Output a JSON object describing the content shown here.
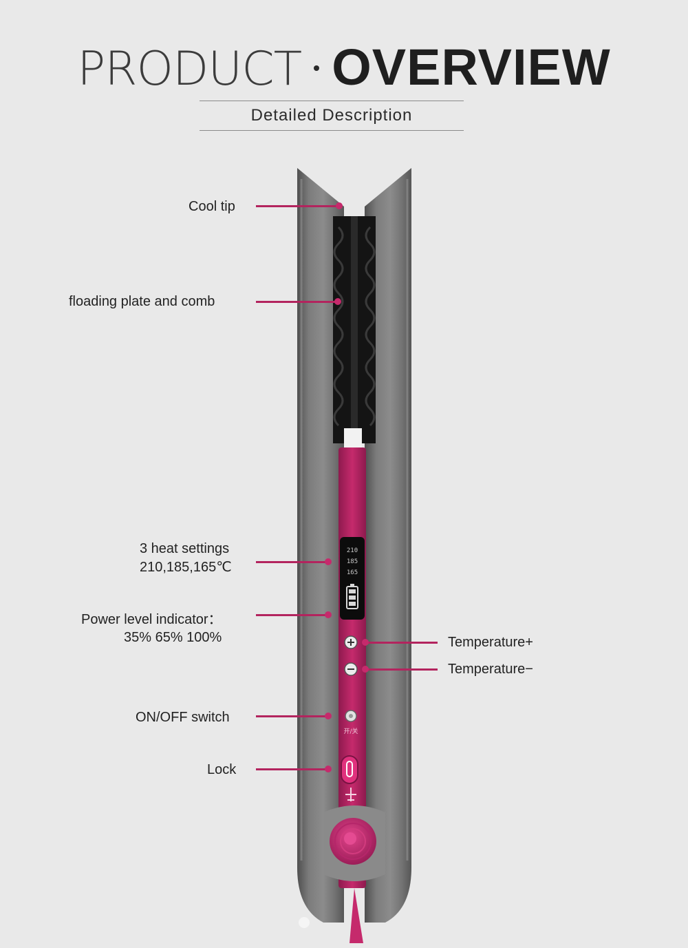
{
  "header": {
    "title_light": "PRODUCT",
    "title_bold": "OVERVIEW",
    "subtitle": "Detailed Description"
  },
  "callouts": {
    "cool_tip": "Cool tip",
    "plate_comb": "floading plate and comb",
    "heat_line1": "3 heat settings",
    "heat_line2": "210,185,165℃",
    "power_line1": "Power level indicator：",
    "power_line2": "35% 65% 100%",
    "temp_plus": "Temperature+",
    "temp_minus": "Temperature−",
    "onoff": "ON/OFF switch",
    "lock": "Lock"
  },
  "device": {
    "display_values": [
      "210",
      "185",
      "165"
    ],
    "switch_caption": "开/关"
  },
  "colors": {
    "accent": "#c62a6c",
    "body": "#6e6e6e",
    "background": "#e9e9e9"
  }
}
